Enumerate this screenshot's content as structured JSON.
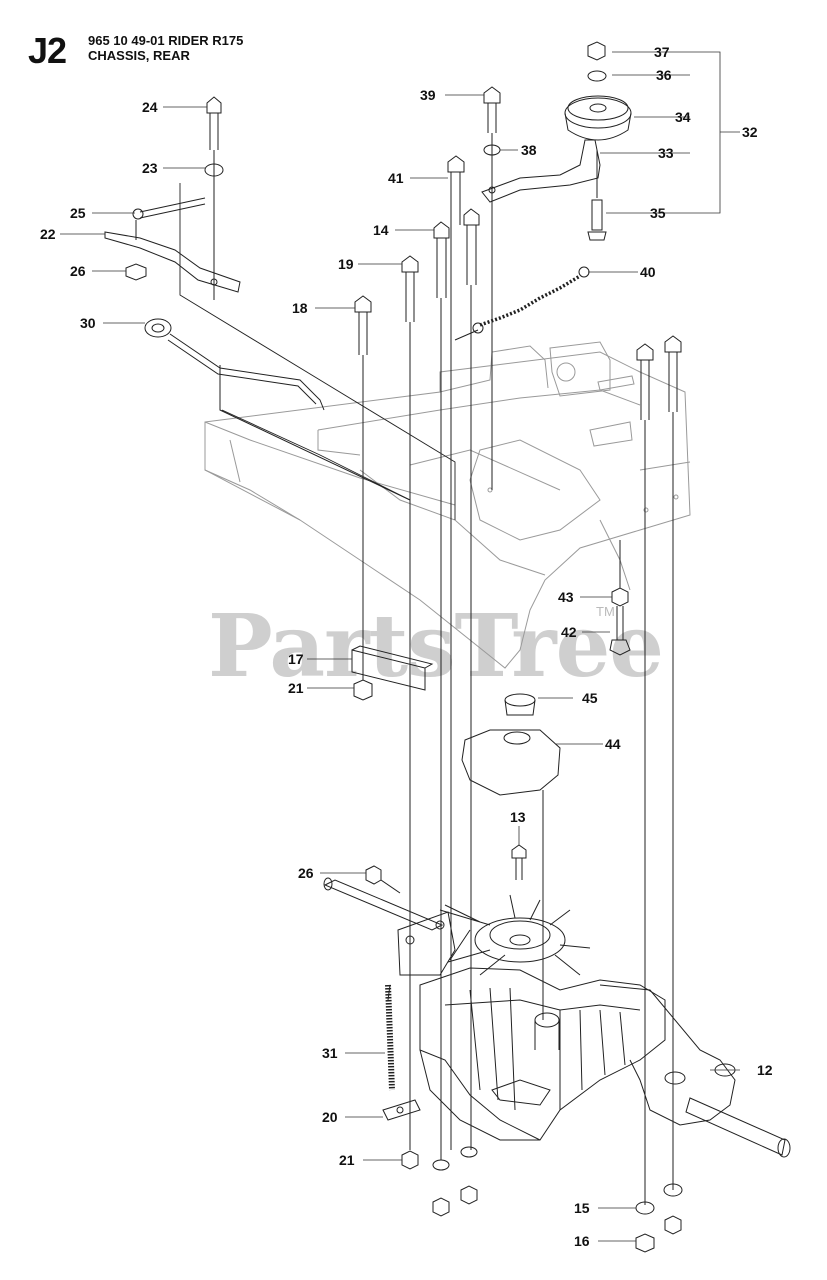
{
  "header": {
    "section_code": "J2",
    "model_line": "965 10 49-01 RIDER R175",
    "section_title": "CHASSIS, REAR"
  },
  "watermark": {
    "text": "PartsTree",
    "trademark": "TM",
    "color": "#cfcfcf"
  },
  "callouts": {
    "c37": "37",
    "c36": "36",
    "c34": "34",
    "c32": "32",
    "c33": "33",
    "c35": "35",
    "c39": "39",
    "c38": "38",
    "c41": "41",
    "c24": "24",
    "c23": "23",
    "c25": "25",
    "c22": "22",
    "c26a": "26",
    "c14": "14",
    "c19": "19",
    "c40": "40",
    "c18": "18",
    "c30": "30",
    "c43": "43",
    "c42": "42",
    "c17": "17",
    "c21a": "21",
    "c45": "45",
    "c44": "44",
    "c13": "13",
    "c26b": "26",
    "c31": "31",
    "c12": "12",
    "c20": "20",
    "c21b": "21",
    "c15": "15",
    "c16": "16"
  },
  "colors": {
    "line": "#222222",
    "faint": "#9a9a9a",
    "label": "#111111"
  }
}
